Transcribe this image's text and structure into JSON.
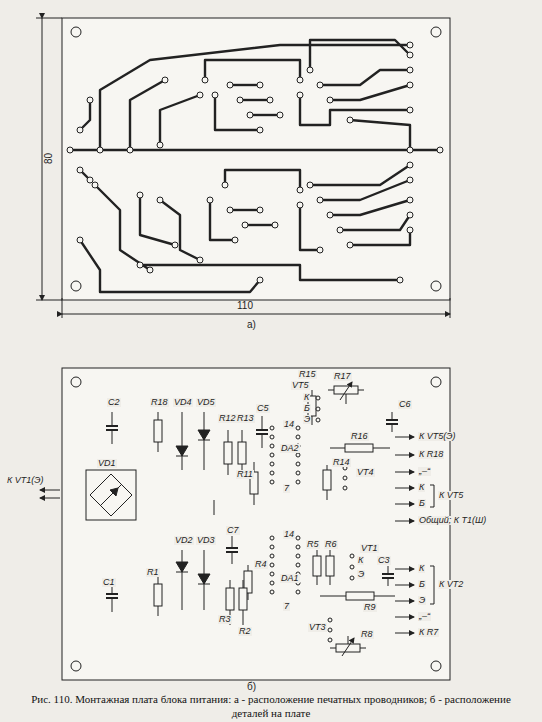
{
  "diagram": {
    "caption": "Рис. 110. Монтажная плата блока питания: а - расположение печатных проводников; б - расположение деталей на плате",
    "labels": [
      "80",
      "110",
      "а)",
      "C2",
      "R18",
      "VD4",
      "VD5",
      "R12",
      "R13",
      "C5",
      "VT5",
      "R15",
      "R17",
      "К",
      "Б",
      "Э",
      "C6",
      "VD1",
      "К VT1(Э)",
      "R11",
      "14",
      "DA2",
      "7",
      "R16",
      "R14",
      "VT4",
      "К VT5(Э)",
      "К R18",
      "„–“",
      "К",
      "К VT5",
      "Б",
      "Общий; К Т1(Ш)",
      "C7",
      "VD2",
      "VD3",
      "R4",
      "C1",
      "R1",
      "R3",
      "R2",
      "14",
      "DA1",
      "7",
      "R5",
      "R6",
      "VT1",
      "К",
      "Э",
      "C3",
      "R9",
      "VT3",
      "R8",
      "К",
      "Б",
      "К VT2",
      "Э",
      "„–“",
      "К R7",
      "б)"
    ]
  }
}
